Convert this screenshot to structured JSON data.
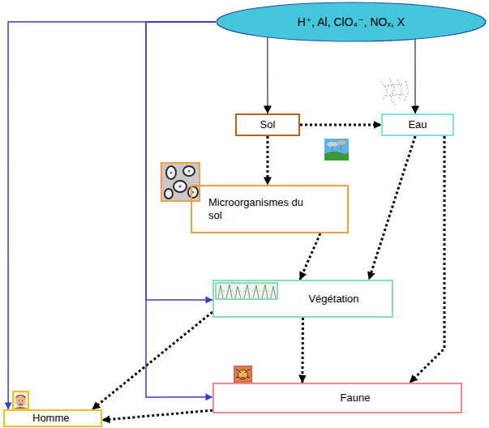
{
  "diagram": {
    "nodes": [
      {
        "text": [
          "H⁺, Al, ClO₄⁻, NOₓ, X"
        ]
      },
      {
        "text": [
          "Sol"
        ]
      },
      {
        "text": [
          "Eau"
        ]
      },
      {
        "text": [
          "Microorganismes du sol"
        ]
      },
      {
        "text": [
          "Végétation"
        ]
      },
      {
        "text": [
          "Faune"
        ]
      },
      {
        "text": [
          "Homme"
        ]
      }
    ],
    "edges": [
      {
        "from": 0,
        "to": 1,
        "arrow": "to"
      },
      {
        "from": 0,
        "to": 2,
        "arrow": "to"
      },
      {
        "from": 1,
        "to": 2,
        "arrow": "to"
      },
      {
        "from": 1,
        "to": 3,
        "arrow": "to"
      },
      {
        "from": 3,
        "to": 4,
        "arrow": "to"
      },
      {
        "from": 2,
        "to": 4,
        "arrow": "to"
      },
      {
        "from": 2,
        "to": 5,
        "arrow": "to"
      },
      {
        "from": 4,
        "to": 6,
        "arrow": "to"
      },
      {
        "from": 4,
        "to": 5,
        "arrow": "to"
      },
      {
        "from": 5,
        "to": 6,
        "arrow": "to"
      },
      {
        "from": 0,
        "to": 6,
        "arrow": "to"
      },
      {
        "from": 0,
        "to": 4,
        "arrow": "to"
      },
      {
        "from": 0,
        "to": 5,
        "arrow": "to"
      }
    ]
  }
}
